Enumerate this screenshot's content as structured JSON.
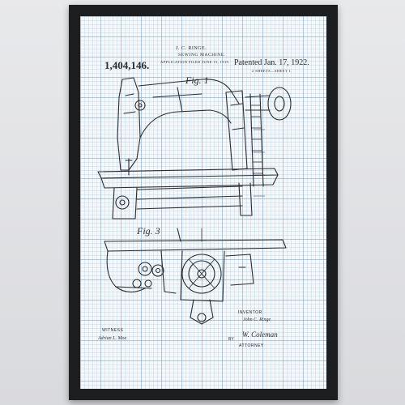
{
  "print": {
    "patent_number": "1,404,146.",
    "inventor_line": "J. C. RINGE.",
    "title": "SEWING MACHINE.",
    "application_filed": "APPLICATION FILED JUNE 15, 1919.",
    "patented": "Patented Jan. 17, 1922.",
    "sheets": "2 SHEETS—SHEET 1.",
    "fig1_label": "Fig. 1",
    "fig3_label": "Fig. 3",
    "witness_label": "WITNESS",
    "witness_signature": "Adrian L. Moe",
    "inventor_label": "INVENTOR",
    "inventor_signature": "John C. Ringe",
    "by_label": "BY",
    "attorney_signature": "W. Coleman",
    "attorney_label": "ATTORNEY"
  },
  "colors": {
    "frame": "#1d1e20",
    "wall": "#e3e4e6",
    "paper": "#f5f8fa",
    "grid": "#7aa0be",
    "ink": "#2a2d31"
  }
}
